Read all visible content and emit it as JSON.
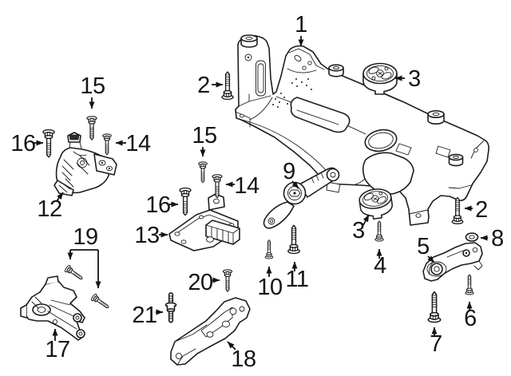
{
  "diagram": {
    "kind": "exploded-parts-diagram",
    "background_color": "#ffffff",
    "line_color": "#1d1d1d",
    "label_color": "#141414",
    "callouts": [
      {
        "num": "1",
        "target": "subframe-crossmember"
      },
      {
        "num": "2",
        "target": "subframe-bolt-front"
      },
      {
        "num": "3",
        "target": "subframe-mount-upper"
      },
      {
        "num": "15",
        "target": "engine-mount-bolt-left"
      },
      {
        "num": "16",
        "target": "engine-mount-stud-left"
      },
      {
        "num": "14",
        "target": "engine-mount-bolt-left-2"
      },
      {
        "num": "15",
        "target": "trans-mount-bolt-mid"
      },
      {
        "num": "9",
        "target": "torque-rod"
      },
      {
        "num": "14",
        "target": "trans-mount-bolt-mid-2"
      },
      {
        "num": "16",
        "target": "trans-mount-stud-mid"
      },
      {
        "num": "12",
        "target": "engine-mount"
      },
      {
        "num": "2",
        "target": "subframe-bolt-rear"
      },
      {
        "num": "13",
        "target": "transmission-mount"
      },
      {
        "num": "3",
        "target": "subframe-mount-lower"
      },
      {
        "num": "8",
        "target": "washer"
      },
      {
        "num": "19",
        "target": "bracket-bolts-pair"
      },
      {
        "num": "5",
        "target": "pendulum-support-arm"
      },
      {
        "num": "4",
        "target": "mount-bolt"
      },
      {
        "num": "10",
        "target": "torque-rod-bolt-short"
      },
      {
        "num": "11",
        "target": "torque-rod-bolt-long"
      },
      {
        "num": "20",
        "target": "bracket-bolt"
      },
      {
        "num": "6",
        "target": "support-bolt-short"
      },
      {
        "num": "21",
        "target": "double-ended-stud"
      },
      {
        "num": "17",
        "target": "engine-support-bracket"
      },
      {
        "num": "7",
        "target": "support-bolt-long"
      },
      {
        "num": "18",
        "target": "transmission-support-bracket"
      }
    ]
  }
}
